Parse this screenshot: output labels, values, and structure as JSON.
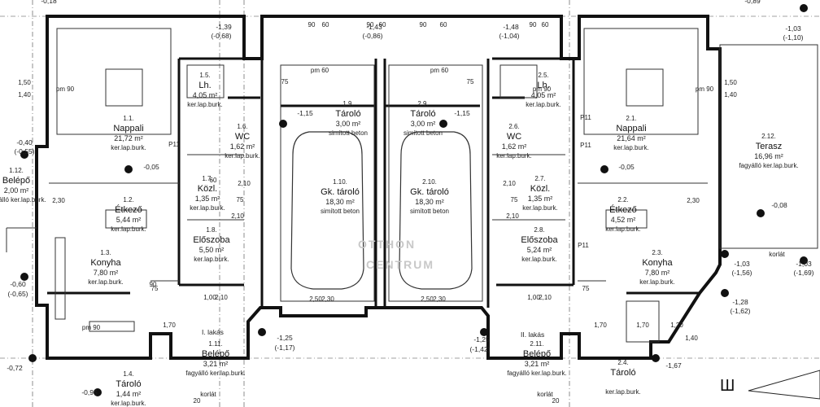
{
  "watermark": {
    "line1": "OTTHON",
    "line2": "CENTRUM"
  },
  "rooms": [
    {
      "num": "1.1.",
      "name": "Nappali",
      "area": "21,72 m²",
      "floor": "ker.lap.burk."
    },
    {
      "num": "1.2.",
      "name": "Étkező",
      "area": "5,44 m²",
      "floor": "ker.lap.burk."
    },
    {
      "num": "1.3.",
      "name": "Konyha",
      "area": "7,80 m²",
      "floor": "ker.lap.burk."
    },
    {
      "num": "1.4.",
      "name": "Tároló",
      "area": "1,44 m²",
      "floor": "ker.lap.burk."
    },
    {
      "num": "1.5.",
      "name": "Lh.",
      "area": "4,05 m²",
      "floor": "ker.lap.burk."
    },
    {
      "num": "1.6.",
      "name": "WC",
      "area": "1,62 m²",
      "floor": "ker.lap.burk."
    },
    {
      "num": "1.7.",
      "name": "Közl.",
      "area": "1,35 m²",
      "floor": "ker.lap.burk."
    },
    {
      "num": "1.8.",
      "name": "Előszoba",
      "area": "5,50 m²",
      "floor": "ker.lap.burk."
    },
    {
      "num": "1.9.",
      "name": "Tároló",
      "area": "3,00 m²",
      "floor": "simított beton"
    },
    {
      "num": "1.10.",
      "name": "Gk. tároló",
      "area": "18,30 m²",
      "floor": "simított beton"
    },
    {
      "num": "1.11.",
      "name": "Belépő",
      "area": "3,21 m²",
      "floor": "fagyálló ker.lap.burk."
    },
    {
      "num": "1.12.",
      "name": "Belépő",
      "area": "2,00 m²",
      "floor": "fagyálló ker.lap.burk."
    },
    {
      "num": "2.1.",
      "name": "Nappali",
      "area": "21,64 m²",
      "floor": "ker.lap.burk."
    },
    {
      "num": "2.2.",
      "name": "Étkező",
      "area": "4,52 m²",
      "floor": "ker.lap.burk."
    },
    {
      "num": "2.3.",
      "name": "Konyha",
      "area": "7,80 m²",
      "floor": "ker.lap.burk."
    },
    {
      "num": "2.4.",
      "name": "Tároló",
      "area": "",
      "floor": "ker.lap.burk."
    },
    {
      "num": "2.5.",
      "name": "Lh.",
      "area": "4,05 m²",
      "floor": "ker.lap.burk."
    },
    {
      "num": "2.6.",
      "name": "WC",
      "area": "1,62 m²",
      "floor": "ker.lap.burk."
    },
    {
      "num": "2.7.",
      "name": "Közl.",
      "area": "1,35 m²",
      "floor": "ker.lap.burk."
    },
    {
      "num": "2.8.",
      "name": "Előszoba",
      "area": "5,24 m²",
      "floor": "ker.lap.burk."
    },
    {
      "num": "2.9.",
      "name": "Tároló",
      "area": "3,00 m²",
      "floor": "simított beton"
    },
    {
      "num": "2.10.",
      "name": "Gk. tároló",
      "area": "18,30 m²",
      "floor": "simított beton"
    },
    {
      "num": "2.11.",
      "name": "Belépő",
      "area": "3,21 m²",
      "floor": "fagyálló ker.lap.burk."
    },
    {
      "num": "2.12.",
      "name": "Terasz",
      "area": "16,96 m²",
      "floor": "fagyálló ker.lap.burk."
    }
  ],
  "unit_labels": [
    "I. lakás",
    "II. lakás"
  ],
  "levels": [
    "-1,39",
    "(-0,68)",
    "-1,43",
    "(-0,86)",
    "-1,48",
    "(-1,04)",
    "-1,03",
    "(-1,10)",
    "-0,40",
    "(-0,55)",
    "-0,60",
    "(-0,65)",
    "-0,72",
    "-0,95",
    "-1,25",
    "(-1,17)",
    "-1,25",
    "(-1,42)",
    "-1,03",
    "(-1,56)",
    "-1,03",
    "(-1,69)",
    "-1,28",
    "(-1,62)",
    "-1,67",
    "-1,15",
    "-1,15",
    "-0,05",
    "-0,05",
    "-0,08",
    "-0,18",
    "-0,89"
  ],
  "dims": [
    "1,50",
    "1,40",
    "1,50",
    "1,40",
    "90",
    "60",
    "90",
    "60",
    "90",
    "60",
    "90",
    "60",
    "2,30",
    "2,30",
    "2,10",
    "2,10",
    "2,10",
    "2,10",
    "75",
    "75",
    "75",
    "75",
    "75",
    "75",
    "2,50",
    "2,30",
    "2,50",
    "2,30",
    "1,00",
    "2,10",
    "1,00",
    "2,10",
    "1,70",
    "1,70",
    "1,20",
    "1,40",
    "20",
    "20",
    "pm 90",
    "pm 90",
    "pm 60",
    "pm 60",
    "pm 90",
    "pm 90",
    "90",
    "P11",
    "P11",
    "P11",
    "P11",
    "korlát",
    "korlát",
    "korlát",
    "60",
    "1,70"
  ]
}
